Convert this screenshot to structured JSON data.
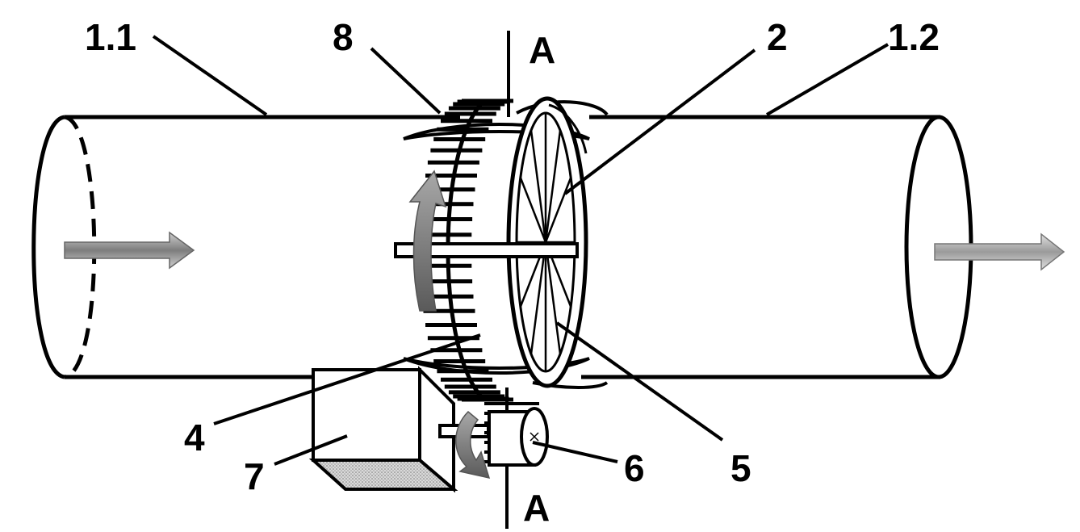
{
  "labels": {
    "pipe_inlet": "1.1",
    "pipe_outlet": "1.2",
    "seal_ring": "8",
    "section_top": "A",
    "section_bottom": "A",
    "impeller": "2",
    "gear_ring": "4",
    "disc_rim": "5",
    "pinion": "6",
    "motor": "7"
  },
  "icons": {
    "inflow": "arrow-right-icon",
    "outflow": "arrow-right-icon",
    "rotation_ring": "curved-arrow-up-icon",
    "rotation_pinion": "curved-arrow-down-icon"
  },
  "colors": {
    "line": "#000000",
    "arrow_fill": "#8a8a8a",
    "motor_shade": "#bdbdbd"
  }
}
